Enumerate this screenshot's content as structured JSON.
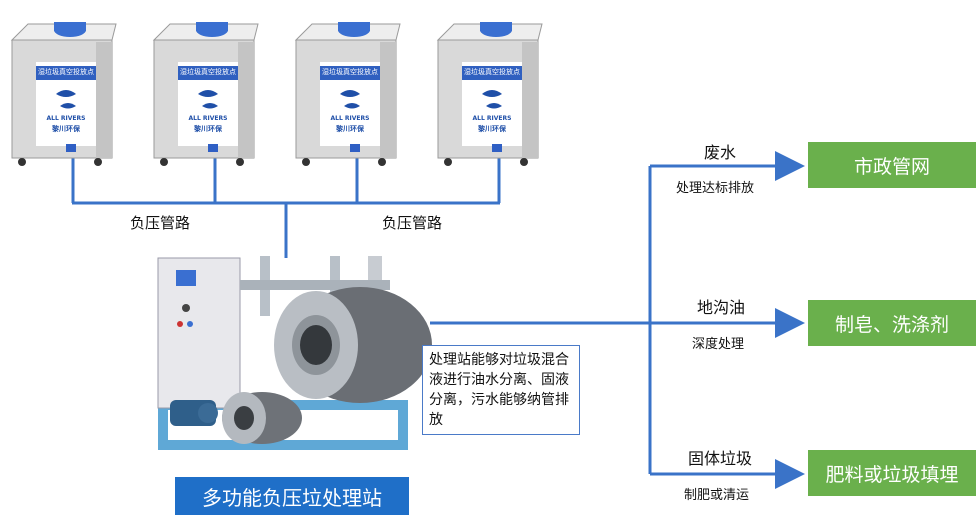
{
  "units": [
    {
      "label": "湿垃圾真空投放点",
      "brand_en": "ALL RIVERS",
      "brand_cn": "黎川环保"
    },
    {
      "label": "湿垃圾真空投放点",
      "brand_en": "ALL RIVERS",
      "brand_cn": "黎川环保"
    },
    {
      "label": "湿垃圾真空投放点",
      "brand_en": "ALL RIVERS",
      "brand_cn": "黎川环保"
    },
    {
      "label": "湿垃圾真空投放点",
      "brand_en": "ALL RIVERS",
      "brand_cn": "黎川环保"
    }
  ],
  "pipes": {
    "left": "负压管路",
    "right": "负压管路"
  },
  "station": {
    "title": "多功能负压垃处理站",
    "description": "处理站能够对垃圾混合液进行油水分离、固液分离，污水能够纳管排放"
  },
  "branches": [
    {
      "title": "废水",
      "sub": "处理达标排放",
      "target": "市政管网"
    },
    {
      "title": "地沟油",
      "sub": "深度处理",
      "target": "制皂、洗涤剂"
    },
    {
      "title": "固体垃圾",
      "sub": "制肥或清运",
      "target": "肥料或垃圾填埋"
    }
  ],
  "colors": {
    "pipe": "#3a73c8",
    "target_box": "#6ab04c",
    "title_box": "#1f6fc8",
    "unit_band": "#3060c0"
  }
}
